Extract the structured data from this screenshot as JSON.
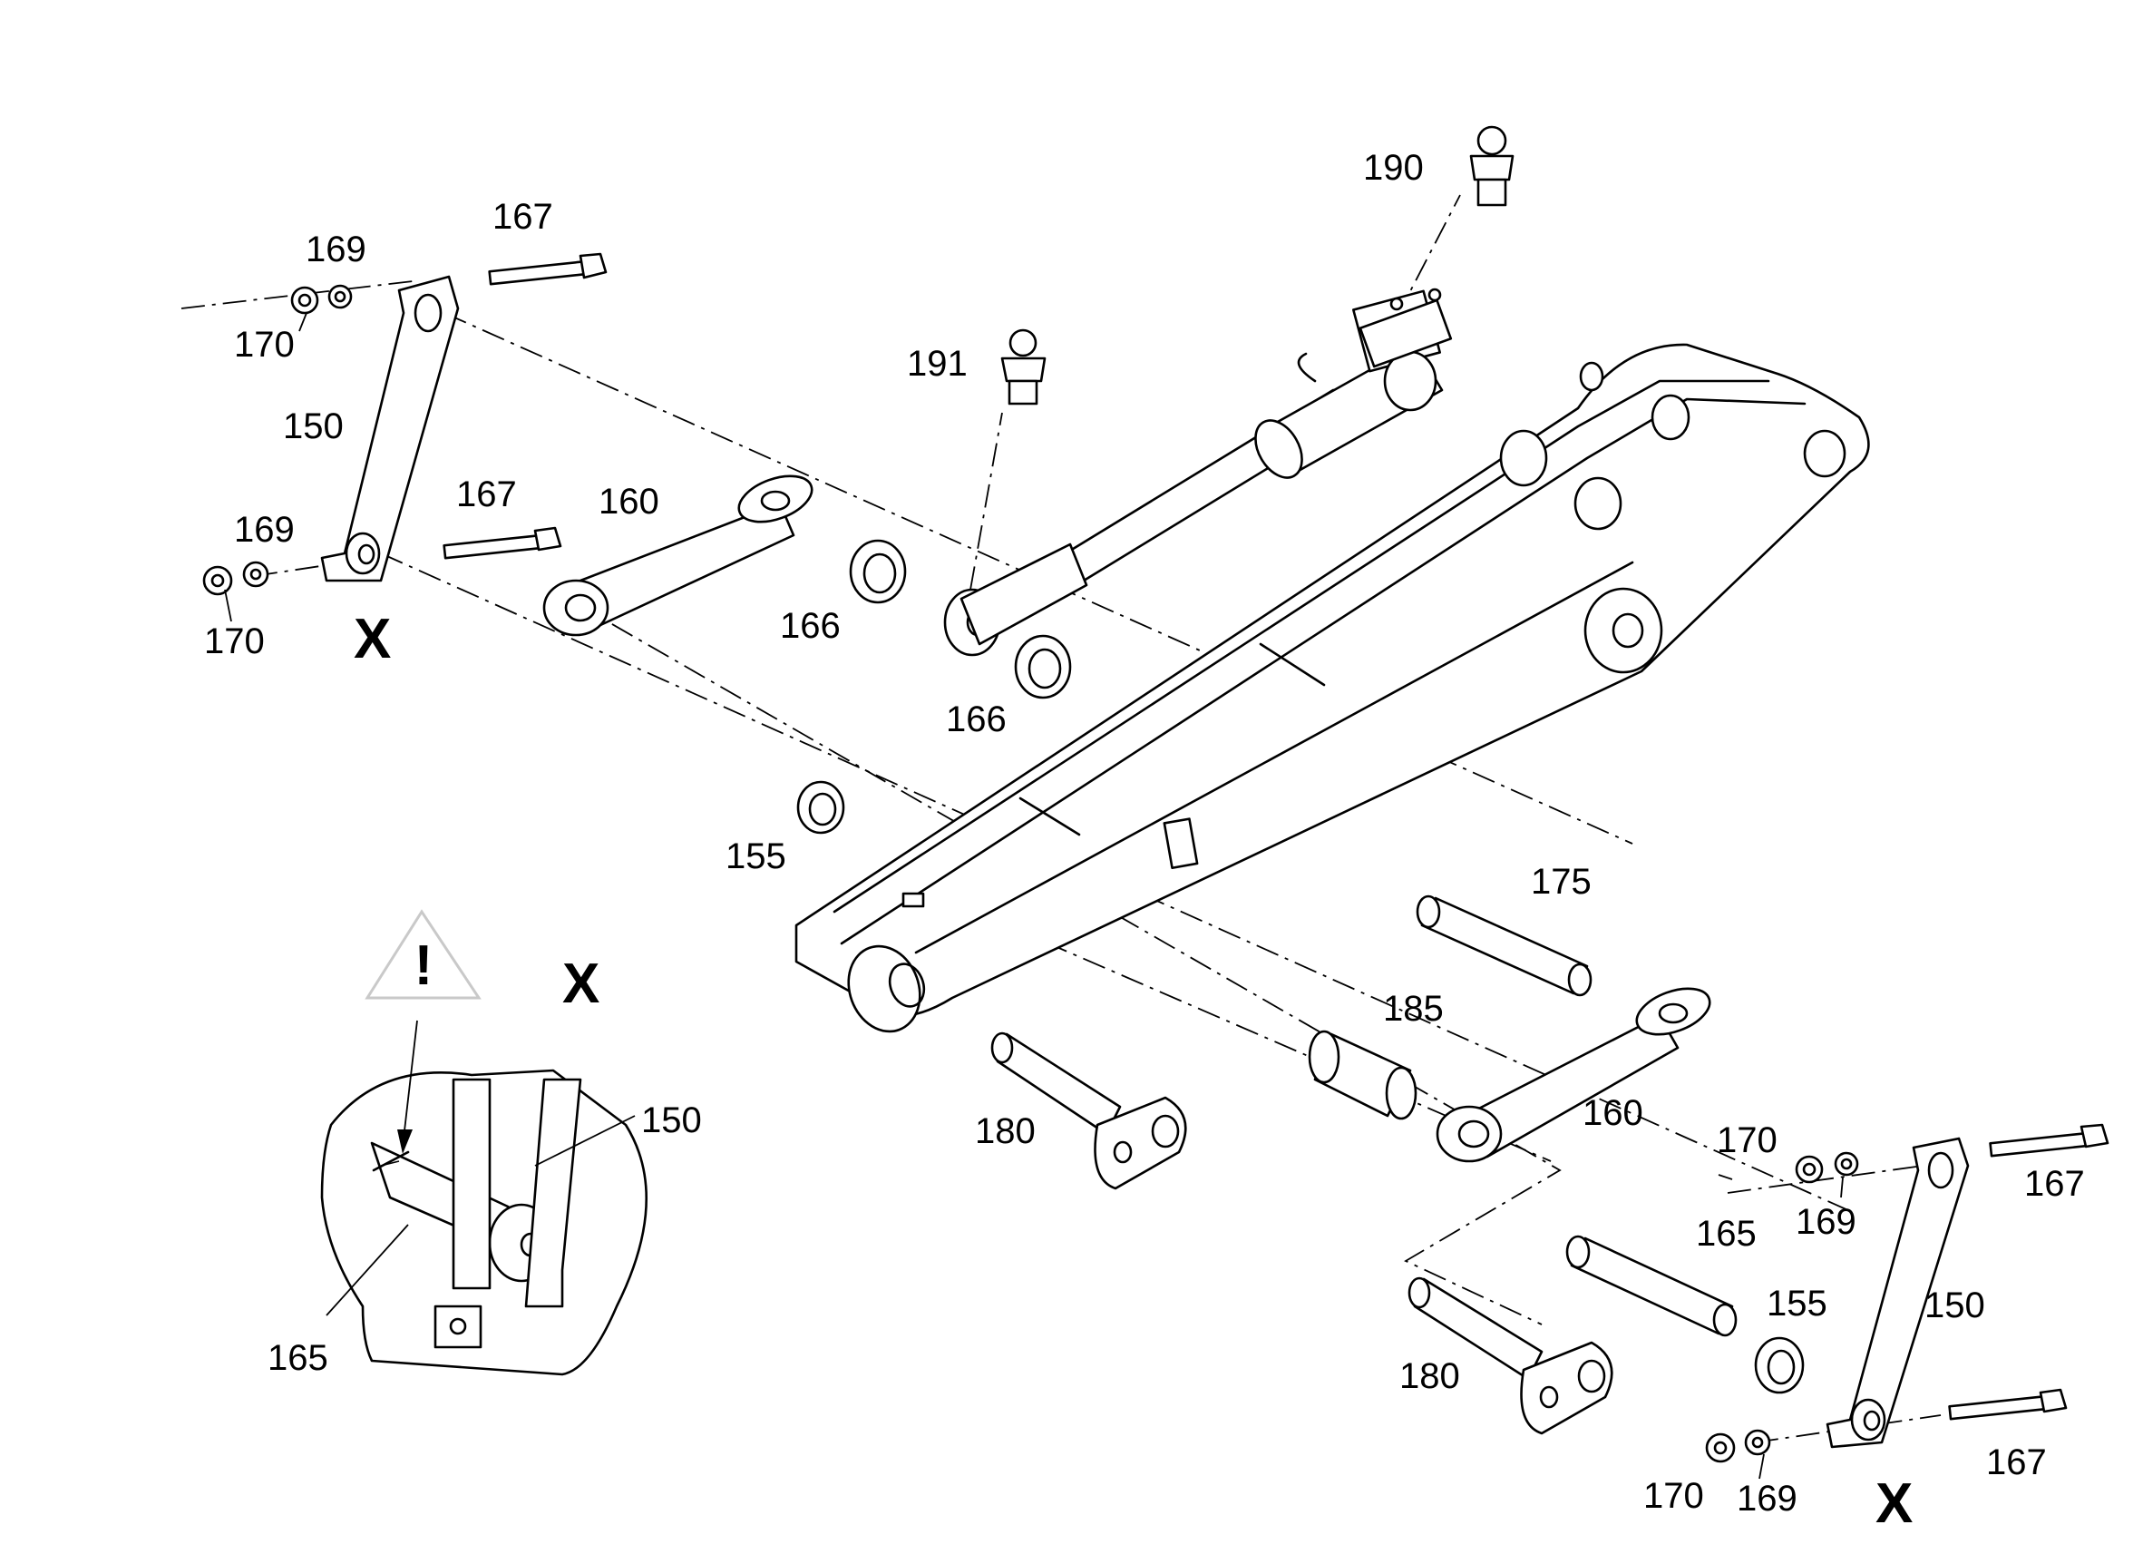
{
  "callouts": {
    "c150_tl": "150",
    "c160_top": "160",
    "c167_tl_top": "167",
    "c167_tl_bot": "167",
    "c169_tl_top": "169",
    "c169_tl_bot": "169",
    "c170_tl_top": "170",
    "c170_tl_bot": "170",
    "c191": "191",
    "c190": "190",
    "c166_a": "166",
    "c166_b": "166",
    "c155_left": "155",
    "c175": "175",
    "c185": "185",
    "c180_mid": "180",
    "c160_bot": "160",
    "c170_br_top": "170",
    "c169_br_top": "169",
    "c167_br_top": "167",
    "c165_right": "165",
    "c155_right": "155",
    "c150_br": "150",
    "c180_bot": "180",
    "c170_br_bot": "170",
    "c169_br_bot": "169",
    "c167_br_bot": "167",
    "c150_detail": "150",
    "c165_detail": "165"
  },
  "view_markers": {
    "x_top_left": "X",
    "x_detail": "X",
    "x_bottom_right": "X"
  },
  "warning_symbol": {
    "glyph": "!",
    "icon": "warning-triangle-icon"
  }
}
